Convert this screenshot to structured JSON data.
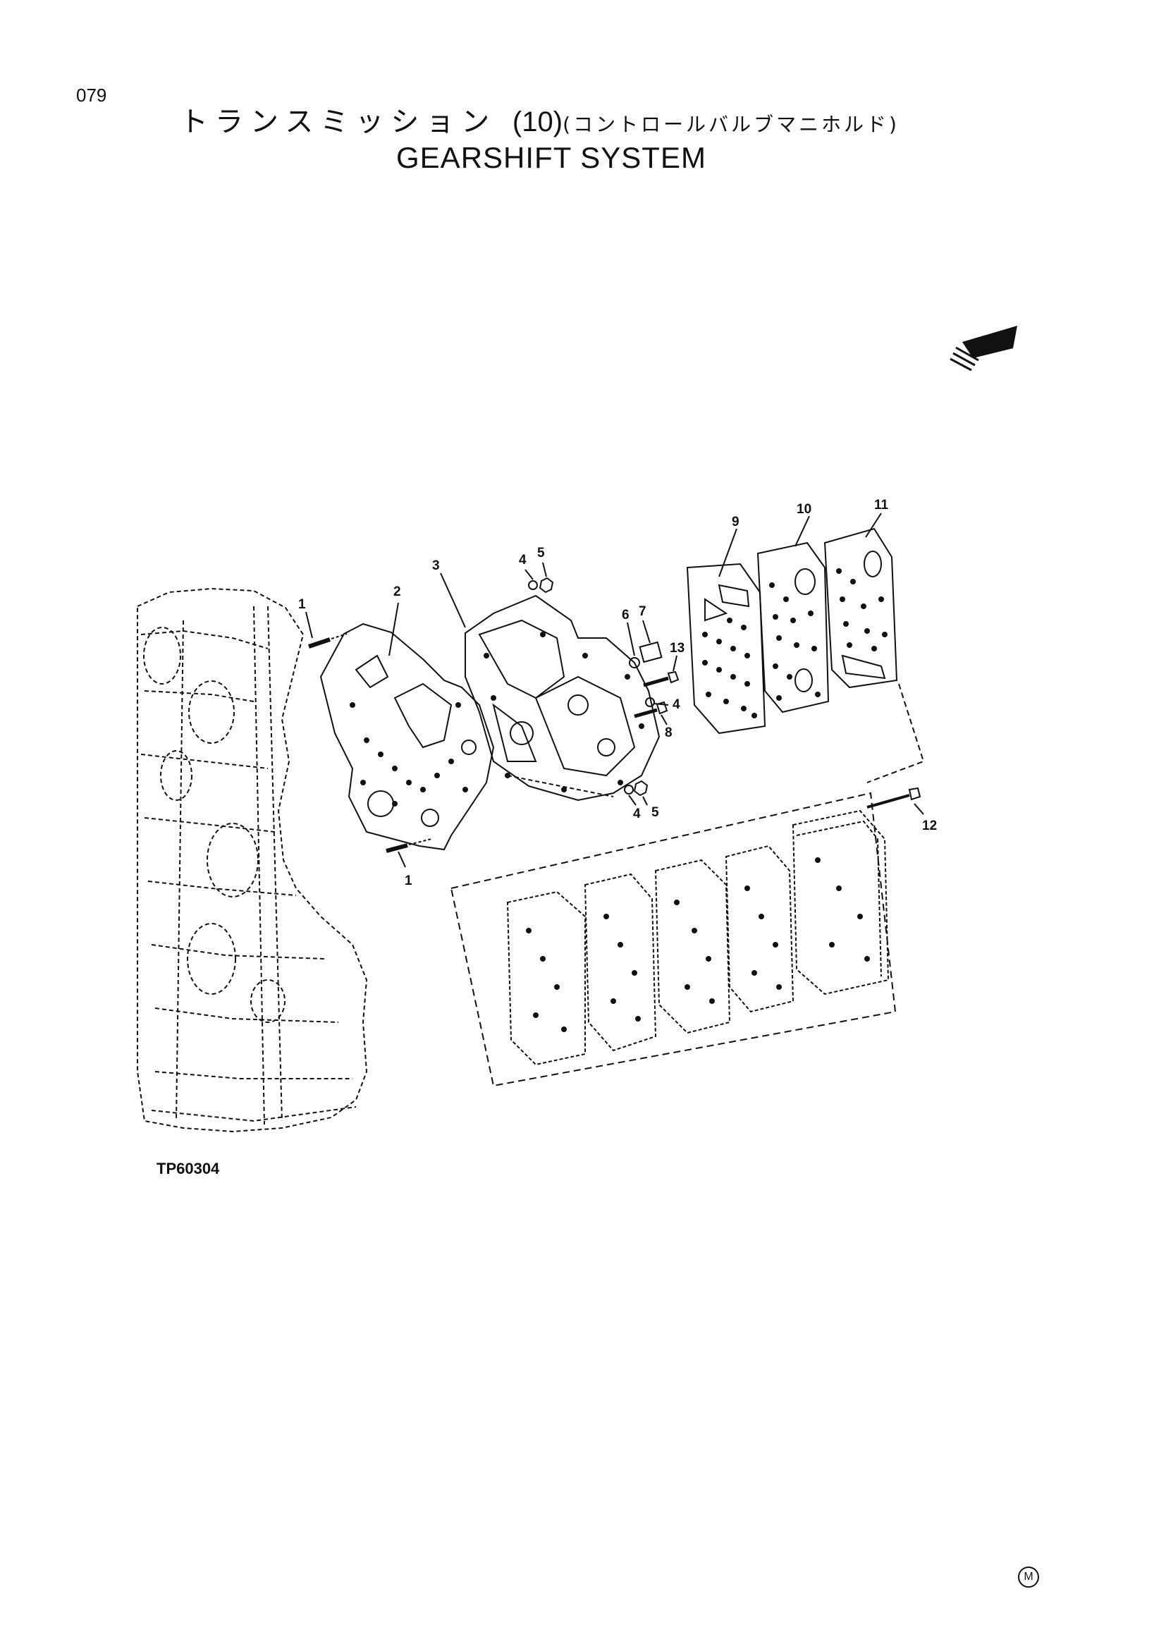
{
  "page_number": "079",
  "title": {
    "japanese": "トランスミッション",
    "number": "(10)",
    "subtitle_japanese": "(コントロールバルブマニホルド)",
    "english": "GEARSHIFT SYSTEM"
  },
  "figure_code": "TP60304",
  "corner_mark": "M",
  "callouts": [
    "1",
    "2",
    "3",
    "4",
    "5",
    "6",
    "7",
    "13",
    "4",
    "8",
    "4",
    "5",
    "1",
    "9",
    "10",
    "11",
    "12"
  ],
  "icons": {
    "direction": "direction-arrow-icon",
    "mark": "circled-m-icon"
  }
}
